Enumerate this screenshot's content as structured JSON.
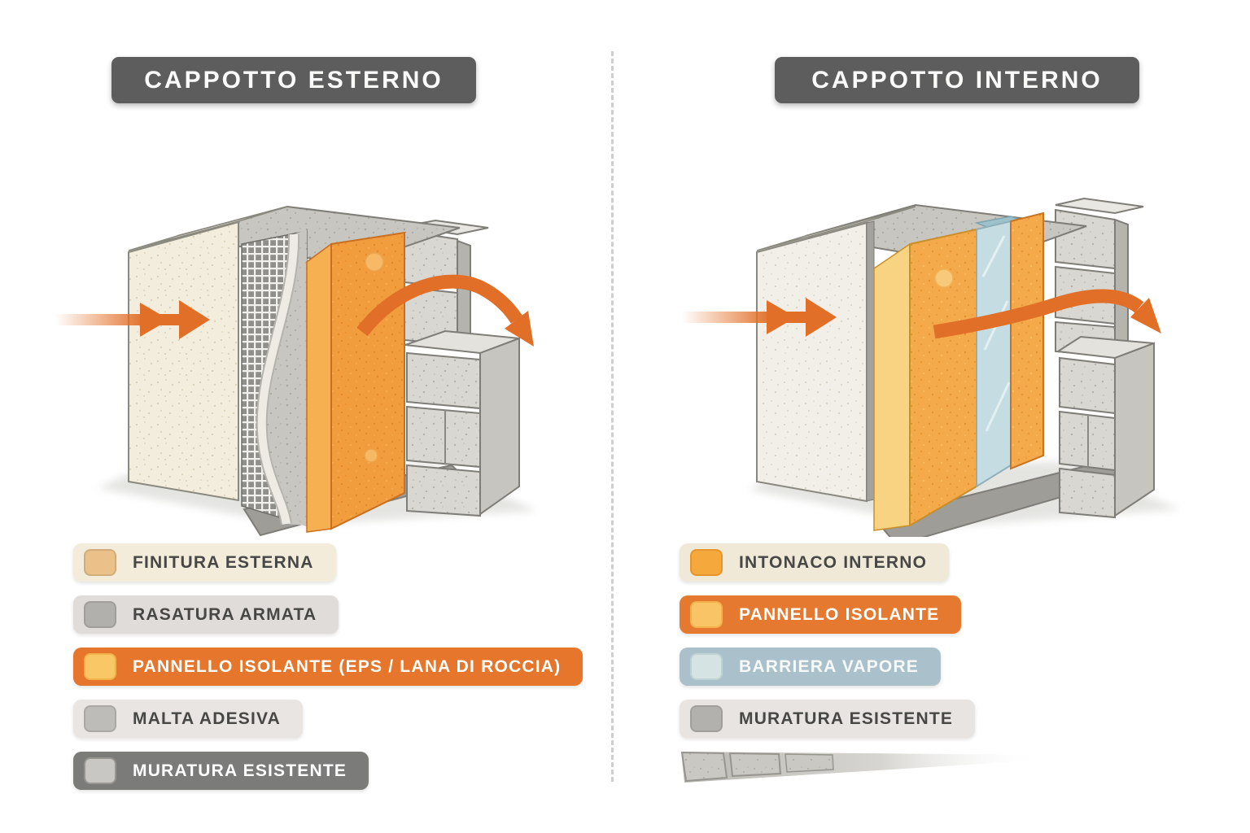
{
  "left": {
    "title": "CAPPOTTO ESTERNO",
    "banner_style": "background:#5d5d5d;color:#fbfbfa",
    "legend": [
      {
        "label": "FINITURA ESTERNA",
        "pill_style": "background:#f4ecdb;color:#474745",
        "swatch_style": "background:#e9c189"
      },
      {
        "label": "RASATURA ARMATA",
        "pill_style": "background:#dfdcd9;color:#474745",
        "swatch_style": "background:#b2b0ad"
      },
      {
        "label": "PANNELLO ISOLANTE (EPS / LANA DI ROCCIA)",
        "pill_style": "background:#e5762b;color:#ffffff",
        "swatch_style": "background:#f9c765;border-color:#f3b14e"
      },
      {
        "label": "MALTA ADESIVA",
        "pill_style": "background:#e8e5e2;color:#474745",
        "swatch_style": "background:#bebcb9"
      },
      {
        "label": "MURATURA ESISTENTE",
        "pill_style": "background:#7b7b79;color:#ffffff",
        "swatch_style": "background:#c9c7c4;border-color:#96958f"
      }
    ]
  },
  "right": {
    "title": "CAPPOTTO INTERNO",
    "banner_style": "background:#5d5d5d;color:#fbfbfa",
    "legend": [
      {
        "label": "INTONACO INTERNO",
        "pill_style": "background:#f1e9d8;color:#474745",
        "swatch_style": "background:#f5a83b;border-color:#e6952c"
      },
      {
        "label": "PANNELLO ISOLANTE",
        "pill_style": "background:#e5792f;color:#ffffff",
        "swatch_style": "background:#f8c466;border-color:#f2b14c"
      },
      {
        "label": "BARRIERA VAPORE",
        "pill_style": "background:#aac1cb;color:#f6f9f9",
        "swatch_style": "background:#d6e3e3;border-color:#bfd2d3"
      },
      {
        "label": "MURATURA ESISTENTE",
        "pill_style": "background:#e7e4e1;color:#474745",
        "swatch_style": "background:#b3b1ae"
      }
    ]
  },
  "colors": {
    "arrow_orange": "#e26f28",
    "banner_gray": "#5d5d5d",
    "insulation_orange": "#f19c3d",
    "vapor_barrier_blue": "#c5dde2",
    "masonry_gray": "#d8d7d2",
    "divider_gray": "#cfcfcd"
  }
}
